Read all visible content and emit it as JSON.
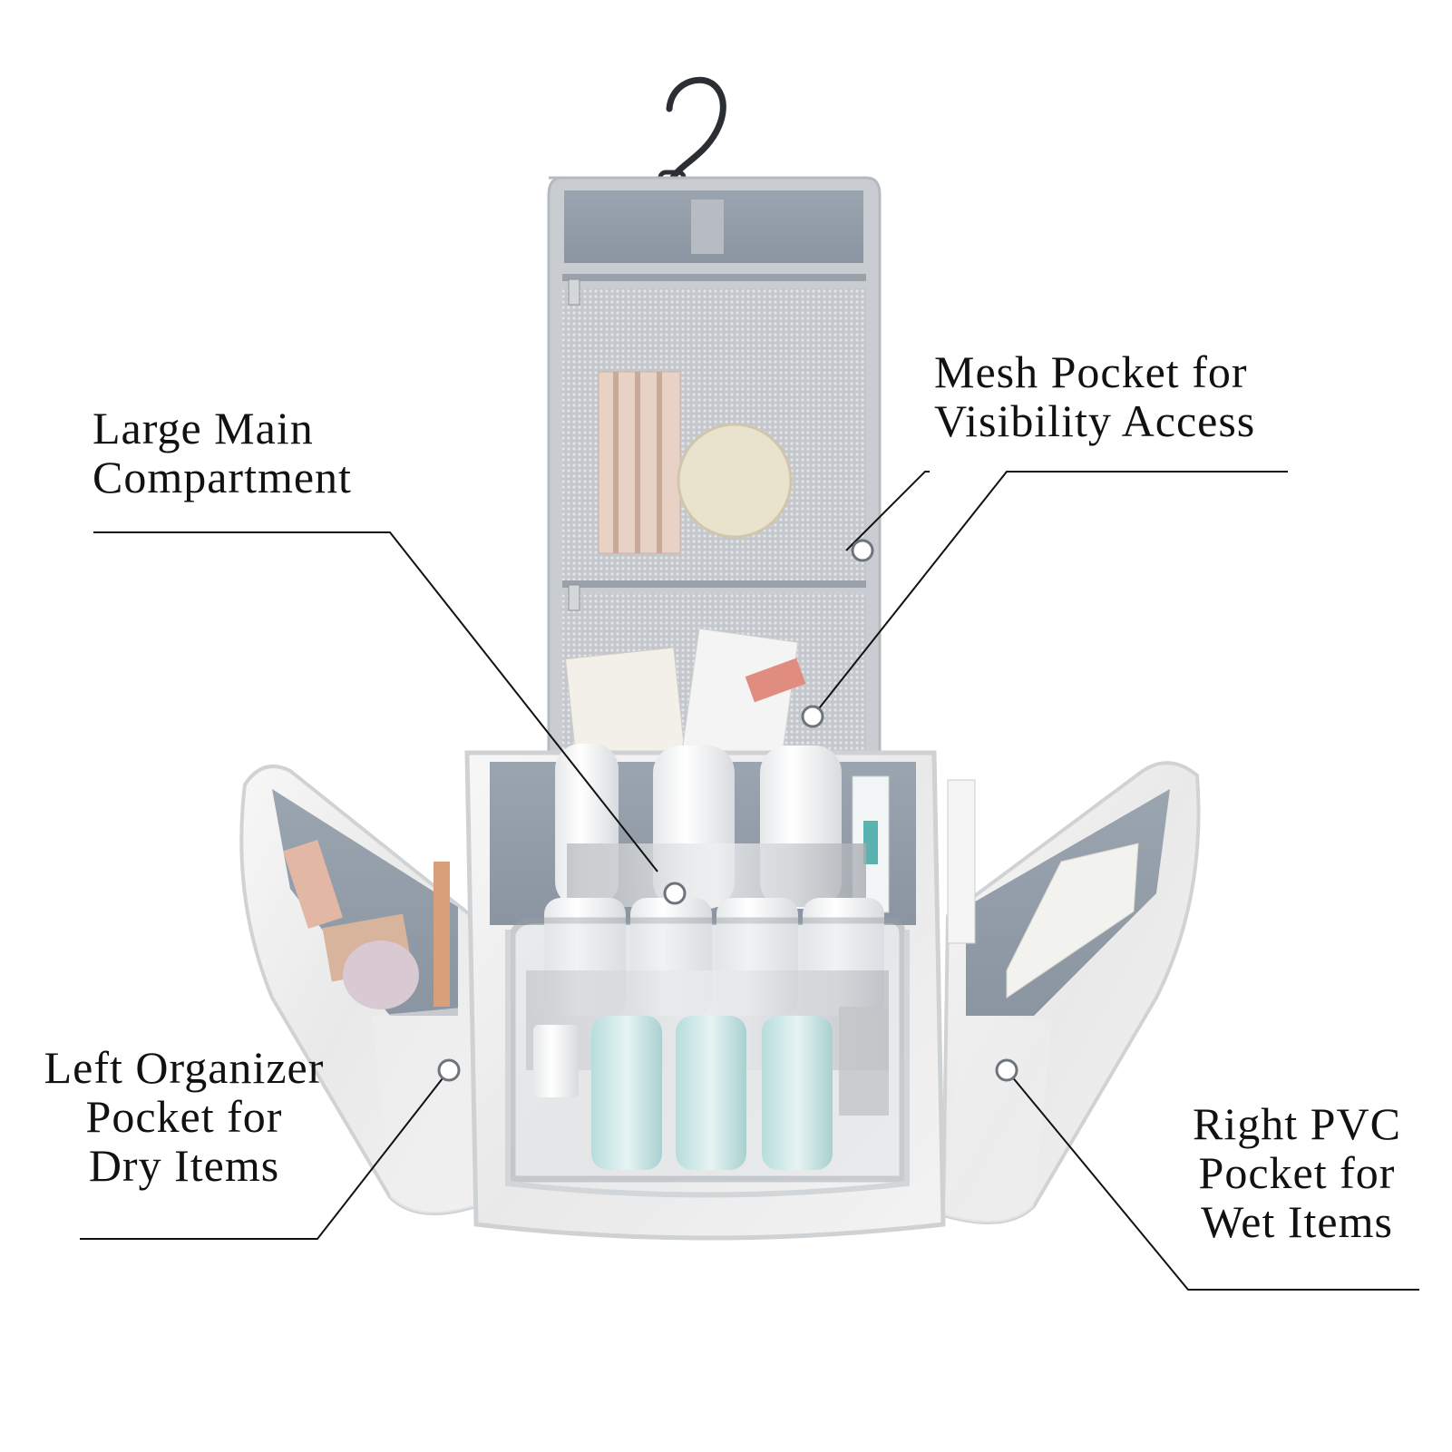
{
  "image": {
    "description_colors": {
      "background": "#ffffff",
      "lining": "#8f9aa6",
      "marble": "#ececec",
      "trim": "#cfd2d4",
      "callout_line": "#111111"
    }
  },
  "callouts": {
    "main": {
      "line1": "Large Main",
      "line2": "Compartment"
    },
    "mesh": {
      "line1": "Mesh Pocket for",
      "line2": "Visibility Access"
    },
    "left": {
      "line1": "Left Organizer",
      "line2": "Pocket for",
      "line3": "Dry Items"
    },
    "right": {
      "line1": "Right PVC",
      "line2": "Pocket for",
      "line3": "Wet Items"
    }
  }
}
